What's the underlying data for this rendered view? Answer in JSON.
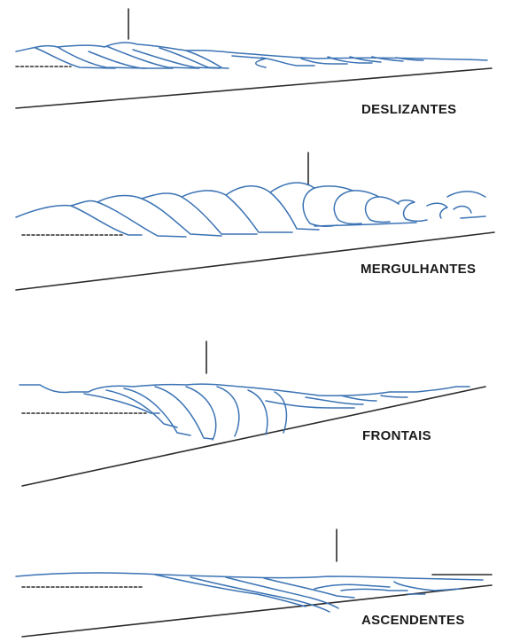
{
  "colors": {
    "wave": "#3b73b4",
    "seabed": "#2b2b2b",
    "still_water": "#2b2b2b",
    "label": "#1a1a1a"
  },
  "breaker_types": [
    {
      "label": "DESLIZANTES"
    },
    {
      "label": "MERGULHANTES"
    },
    {
      "label": "FRONTAIS"
    },
    {
      "label": "ASCENDENTES"
    }
  ]
}
